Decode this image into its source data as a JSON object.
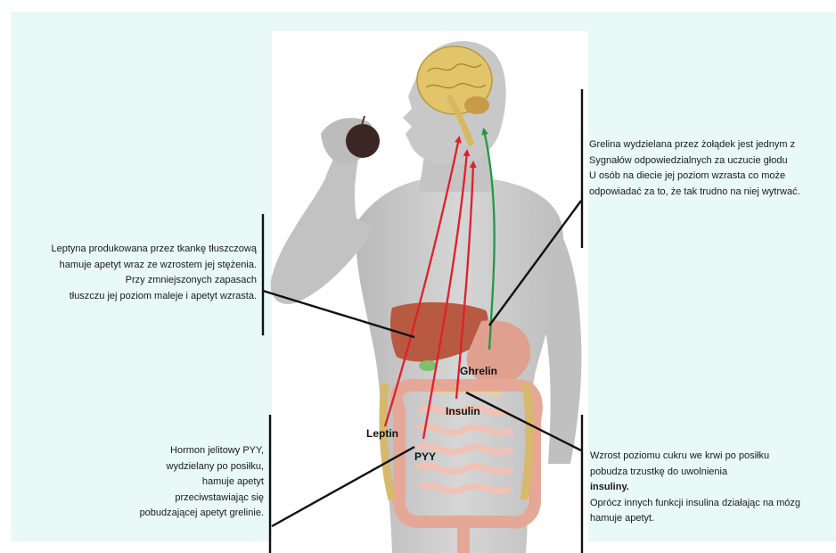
{
  "labels": {
    "leptin": "Leptin",
    "pyy": "PYY",
    "insulin": "Insulin",
    "ghrelin": "Ghrelin"
  },
  "annotations": {
    "ghrelin": [
      "Grelina wydzielana przez żołądek jest jednym z",
      "Sygnałów odpowiedzialnych za uczucie głodu",
      "U osób na diecie jej poziom wzrasta co może",
      "odpowiadać za to, że tak trudno na niej wytrwać."
    ],
    "leptin": [
      "Leptyna produkowana przez tkankę tłuszczową",
      "hamuje apetyt wraz ze wzrostem jej stężenia.",
      "Przy zmniejszonych zapasach",
      "tłuszczu jej poziom maleje i apetyt wzrasta."
    ],
    "pyy": [
      "Hormon jelitowy PYY,",
      "wydzielany po posiłku,",
      "hamuje apetyt",
      "przeciwstawiając się",
      "pobudzającej apetyt grelinie."
    ],
    "insulin": [
      "Wzrost poziomu cukru we krwi po posiłku",
      " pobudza trzustkę do uwolnienia",
      " insuliny.",
      "Oprócz innych funkcji insulina działając na mózg",
      "hamuje  apetyt."
    ]
  },
  "colors": {
    "panel_background": "#e9f9f6",
    "skin": "#c9c9c9",
    "brain": "#e2c56a",
    "liver": "#b85a42",
    "intestine": "#ecb7a7",
    "appetite_suppressing_arrow": "#e0202a",
    "appetite_stimulating_arrow": "#1f9a45",
    "pointer_line": "#111111"
  }
}
